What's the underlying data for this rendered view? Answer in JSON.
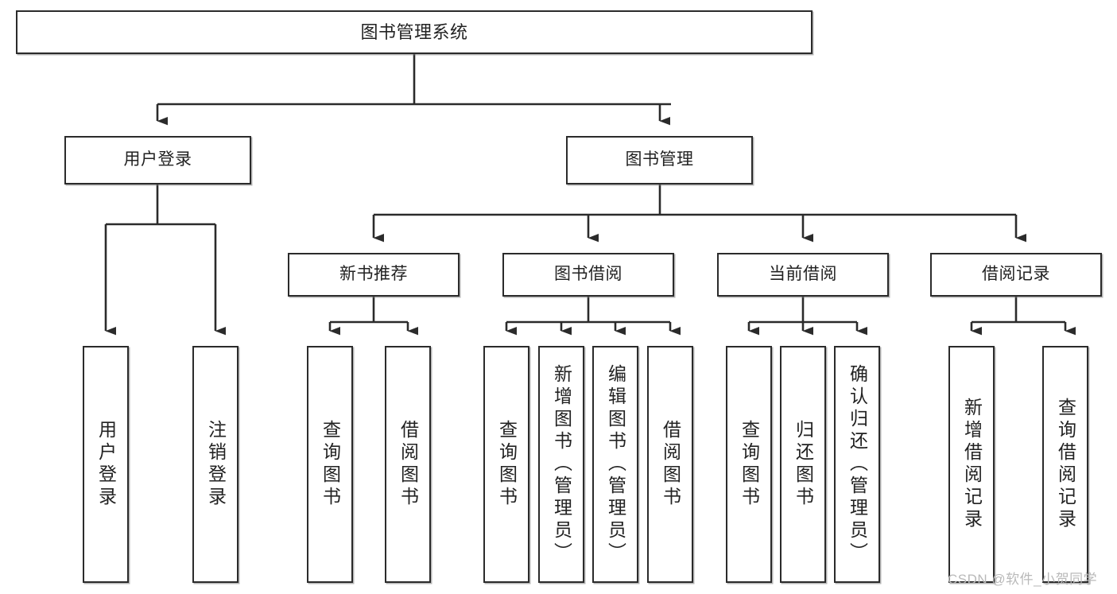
{
  "diagram": {
    "title": "图书管理系统",
    "watermark": "CSDN @软件_小贺同学",
    "colors": {
      "stroke": "#2b2b2b",
      "fill": "#ffffff",
      "text": "#222222",
      "watermark": "#b9b9b9"
    },
    "nodes": {
      "root": "图书管理系统",
      "user_login": "用户登录",
      "book_manage": "图书管理",
      "new_book_rec": "新书推荐",
      "book_borrow": "图书借阅",
      "current_borrow": "当前借阅",
      "borrow_record": "借阅记录",
      "leaf_user_login": "用户登录",
      "leaf_logout": "注销登录",
      "leaf_query_book_1": "查询图书",
      "leaf_borrow_book_1": "借阅图书",
      "leaf_query_book_2": "查询图书",
      "leaf_add_book": "新增图书（管理员）",
      "leaf_edit_book": "编辑图书（管理员）",
      "leaf_borrow_book_2": "借阅图书",
      "leaf_query_book_3": "查询图书",
      "leaf_return_book": "归还图书",
      "leaf_confirm_return": "确认归还（管理员）",
      "leaf_add_record": "新增借阅记录",
      "leaf_query_record": "查询借阅记录"
    },
    "hierarchy": [
      {
        "label": "图书管理系统",
        "children": [
          {
            "label": "用户登录",
            "children": [
              {
                "label": "用户登录"
              },
              {
                "label": "注销登录"
              }
            ]
          },
          {
            "label": "图书管理",
            "children": [
              {
                "label": "新书推荐",
                "children": [
                  {
                    "label": "查询图书"
                  },
                  {
                    "label": "借阅图书"
                  }
                ]
              },
              {
                "label": "图书借阅",
                "children": [
                  {
                    "label": "查询图书"
                  },
                  {
                    "label": "新增图书（管理员）"
                  },
                  {
                    "label": "编辑图书（管理员）"
                  },
                  {
                    "label": "借阅图书"
                  }
                ]
              },
              {
                "label": "当前借阅",
                "children": [
                  {
                    "label": "查询图书"
                  },
                  {
                    "label": "归还图书"
                  },
                  {
                    "label": "确认归还（管理员）"
                  }
                ]
              },
              {
                "label": "借阅记录",
                "children": [
                  {
                    "label": "新增借阅记录"
                  },
                  {
                    "label": "查询借阅记录"
                  }
                ]
              }
            ]
          }
        ]
      }
    ]
  }
}
